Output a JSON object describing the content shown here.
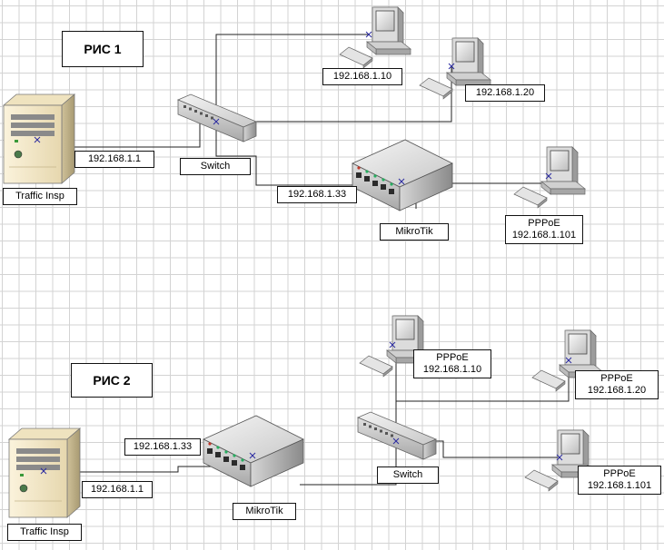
{
  "fig1": {
    "title": "РИС 1",
    "server_label": "Traffic Insp",
    "server_ip": "192.168.1.1",
    "switch_label": "Switch",
    "pc1_ip": "192.168.1.10",
    "pc2_ip": "192.168.1.20",
    "mikrotik_ip": "192.168.1.33",
    "mikrotik_label": "MikroTik",
    "pppoe_pc_line1": "PPPoE",
    "pppoe_pc_line2": "192.168.1.101"
  },
  "fig2": {
    "title": "РИС 2",
    "server_label": "Traffic Insp",
    "server_ip": "192.168.1.1",
    "mikrotik_ip": "192.168.1.33",
    "mikrotik_label": "MikroTik",
    "switch_label": "Switch",
    "pc1_line1": "PPPoE",
    "pc1_line2": "192.168.1.10",
    "pc2_line1": "PPPoE",
    "pc2_line2": "192.168.1.20",
    "pc3_line1": "PPPoE",
    "pc3_line2": "192.168.1.101"
  }
}
